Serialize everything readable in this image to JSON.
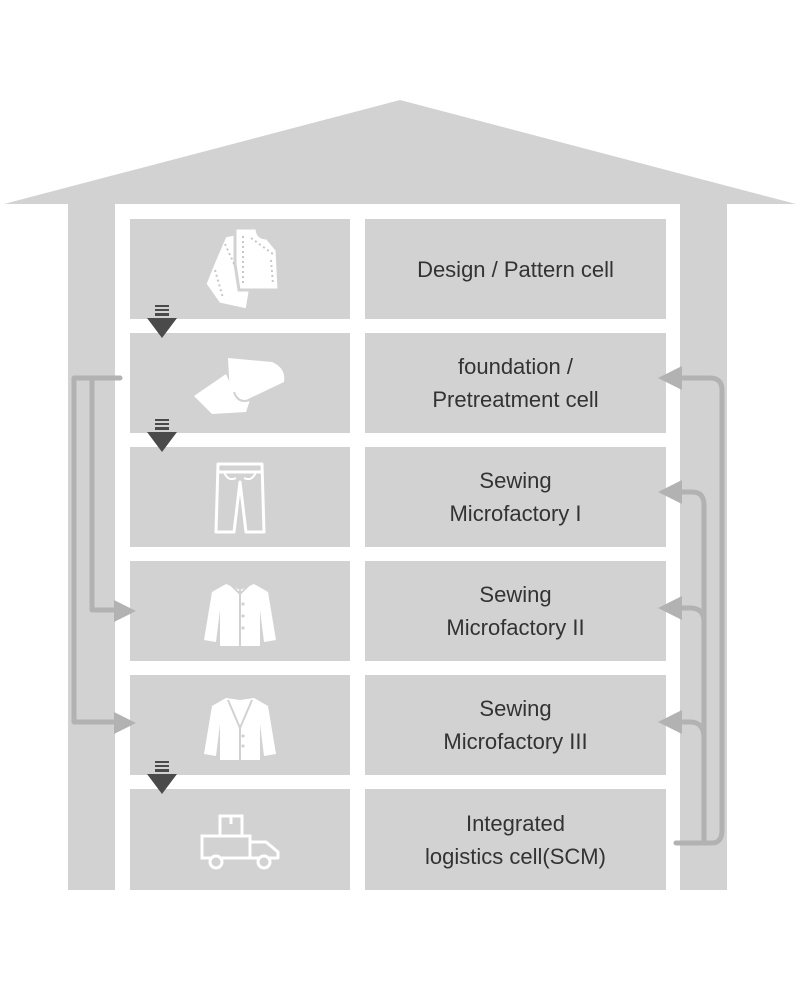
{
  "colors": {
    "house": "#d2d2d2",
    "cell": "#d2d2d2",
    "wall_gap": "#ffffff",
    "flow_arrow": "#b2b2b2",
    "down_arrow": "#4a4a4a",
    "icon": "#ffffff",
    "text": "#333333"
  },
  "cells": [
    {
      "id": "design",
      "icon": "pattern-pieces-icon",
      "lines": [
        "Design / Pattern cell"
      ]
    },
    {
      "id": "foundation",
      "icon": "folded-fabric-icon",
      "lines": [
        "foundation /",
        "Pretreatment cell"
      ]
    },
    {
      "id": "sewing-1",
      "icon": "trousers-icon",
      "lines": [
        "Sewing",
        "Microfactory I"
      ]
    },
    {
      "id": "sewing-2",
      "icon": "shirt-icon",
      "lines": [
        "Sewing",
        "Microfactory II"
      ]
    },
    {
      "id": "sewing-3",
      "icon": "jacket-icon",
      "lines": [
        "Sewing",
        "Microfactory III"
      ]
    },
    {
      "id": "logistics",
      "icon": "delivery-truck-icon",
      "lines": [
        "Integrated",
        "logistics cell(SCM)"
      ]
    }
  ]
}
